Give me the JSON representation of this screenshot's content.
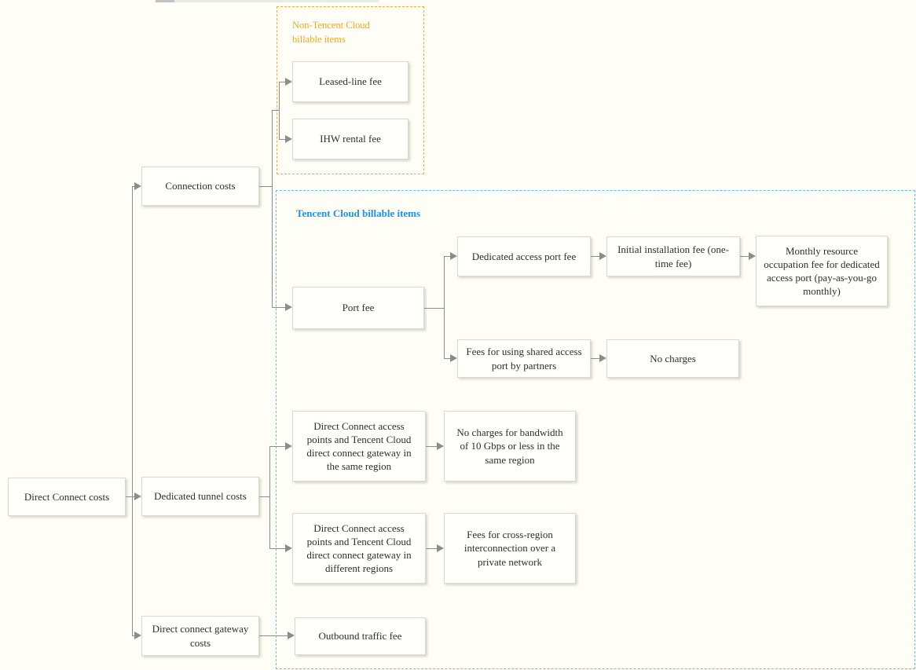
{
  "diagram": {
    "groups": {
      "non_tencent_label": "Non-Tencent Cloud billable items",
      "tencent_label": "Tencent Cloud billable items"
    },
    "nodes": {
      "root": "Direct Connect costs",
      "connection": "Connection costs",
      "tunnel": "Dedicated tunnel costs",
      "gateway": "Direct connect gateway costs",
      "leased": "Leased-line fee",
      "ihw": "IHW rental fee",
      "port": "Port fee",
      "dedicated_access_port": "Dedicated access port fee",
      "initial_installation": "Initial installation fee (one-time fee)",
      "monthly_resource": "Monthly resource occupation fee for dedicated access port (pay-as-you-go monthly)",
      "shared_port": "Fees for using shared access port by partners",
      "no_charges": "No charges",
      "same_region": "Direct Connect access points and Tencent Cloud direct connect gateway in the same region",
      "bandwidth_free": "No charges for bandwidth of 10 Gbps or less in the same region",
      "different_regions": "Direct Connect access points and Tencent Cloud direct connect gateway in different regions",
      "cross_region": "Fees for cross-region interconnection over a private network",
      "outbound": "Outbound traffic fee"
    },
    "colors": {
      "background": "#fffef6",
      "orange_accent": "#f5a51d",
      "blue_label": "#1894ef",
      "blue_dash": "#5ec3ee",
      "connector_gray": "#8c8c8c",
      "node_border": "#d9d9d2"
    }
  }
}
